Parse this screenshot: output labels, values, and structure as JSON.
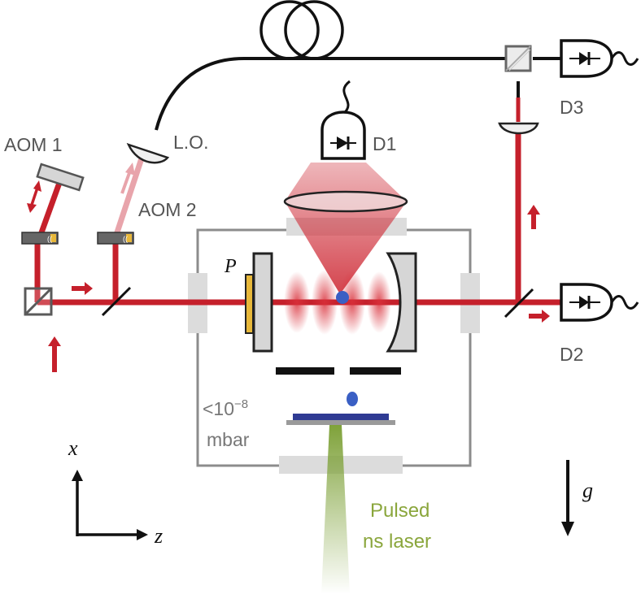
{
  "labels": {
    "aom1": "AOM 1",
    "aom2": "AOM 2",
    "lo": "L.O.",
    "d1": "D1",
    "d2": "D2",
    "d3": "D3",
    "p": "P",
    "pressure_base": "<10",
    "pressure_exp": "−8",
    "pressure_unit": "mbar",
    "pulsed_line1": "Pulsed",
    "pulsed_line2": "ns laser",
    "axis_x": "x",
    "axis_z": "z",
    "gravity": "g"
  },
  "colors": {
    "beam": "#c5202b",
    "beam_faint": "#e8a4ab",
    "fiber": "#111111",
    "chamber": "#8c8c8c",
    "window": "#dcdcdc",
    "particle": "#3a5fc4",
    "substrate": "#2f3b93",
    "pulsed_laser": "#7fa23a",
    "pulsed_text": "#8aa63c",
    "element_gray": "#d6d6d6",
    "piezo": "#e8b83a"
  },
  "icons": [
    "photodiode-icon",
    "fiber-coil-icon",
    "beam-splitter-icon",
    "mirror-icon",
    "lens-icon"
  ]
}
